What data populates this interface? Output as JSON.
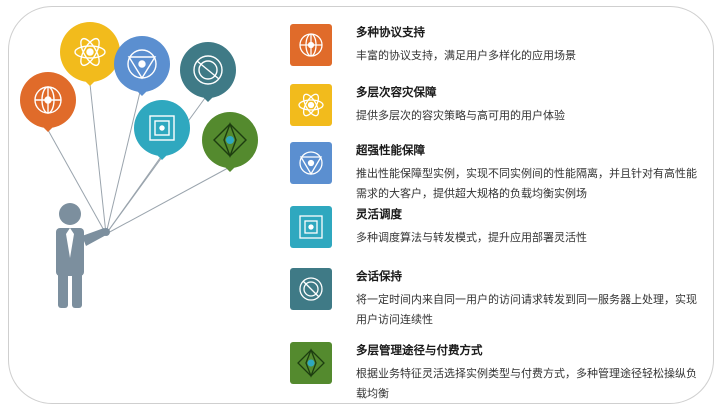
{
  "features": [
    {
      "icon": "network-node-icon",
      "color": "#e06b2a",
      "title": "多种协议支持",
      "desc": "丰富的协议支持，满足用户多样化的应用场景"
    },
    {
      "icon": "atom-icon",
      "color": "#f2bb1c",
      "title": "多层次容灾保障",
      "desc": "提供多层次的容灾策略与高可用的用户体验"
    },
    {
      "icon": "triangle-network-icon",
      "color": "#5b8fd0",
      "title": "超强性能保障",
      "desc": "推出性能保障型实例，实现不同实例间的性能隔离，并且针对有高性能需求的大客户，提供超大规格的负载均衡实例场"
    },
    {
      "icon": "grid-box-icon",
      "color": "#2fa8bf",
      "title": "灵活调度",
      "desc": "多种调度算法与转发模式，提升应用部署灵活性"
    },
    {
      "icon": "circle-orbit-icon",
      "color": "#3f7a86",
      "title": "会话保持",
      "desc": "将一定时间内来自同一用户的访问请求转发到同一服务器上处理，实现用户访问连续性"
    },
    {
      "icon": "star-polygon-icon",
      "color": "#548a2e",
      "title": "多层管理途径与付费方式",
      "desc": "根据业务特征灵活选择实例类型与付费方式，多种管理途径轻松操纵负载均衡"
    }
  ],
  "balloons": [
    {
      "icon": "network-node-icon",
      "color": "#e06b2a"
    },
    {
      "icon": "atom-icon",
      "color": "#f2bb1c"
    },
    {
      "icon": "triangle-network-icon",
      "color": "#5b8fd0"
    },
    {
      "icon": "circle-orbit-icon",
      "color": "#3f7a86"
    },
    {
      "icon": "grid-box-icon",
      "color": "#2fa8bf"
    },
    {
      "icon": "star-polygon-icon",
      "color": "#548a2e"
    }
  ]
}
